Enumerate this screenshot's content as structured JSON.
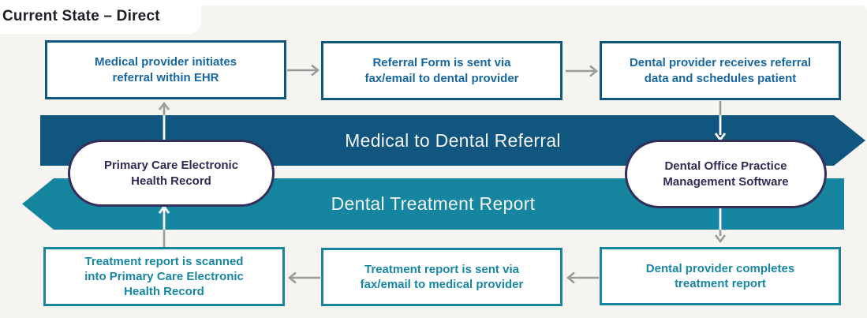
{
  "title": "Current State – Direct",
  "top_row": [
    {
      "label": "Medical provider initiates\nreferral within EHR"
    },
    {
      "label": "Referral Form is sent via\nfax/email to dental provider"
    },
    {
      "label": "Dental provider receives referral\ndata and schedules patient"
    }
  ],
  "bottom_row": [
    {
      "label": "Treatment report is scanned\ninto Primary Care Electronic\nHealth Record"
    },
    {
      "label": "Treatment report is sent via\nfax/email to medical provider"
    },
    {
      "label": "Dental provider completes\ntreatment report"
    }
  ],
  "bands": {
    "referral": {
      "label": "Medical to Dental Referral",
      "direction": "right",
      "color": "#11567e"
    },
    "report": {
      "label": "Dental Treatment Report",
      "direction": "left",
      "color": "#1685a0"
    }
  },
  "pills": {
    "left": {
      "label": "Primary Care Electronic\nHealth Record"
    },
    "right": {
      "label": "Dental Office Practice\nManagement Software"
    }
  },
  "colors": {
    "dark_blue": "#11567e",
    "teal": "#1685a0",
    "box_blue_text": "#1767a3",
    "pill_navy": "#322f5a",
    "arrow_gray": "#9a9a9a",
    "background": "#f5f4f1"
  }
}
